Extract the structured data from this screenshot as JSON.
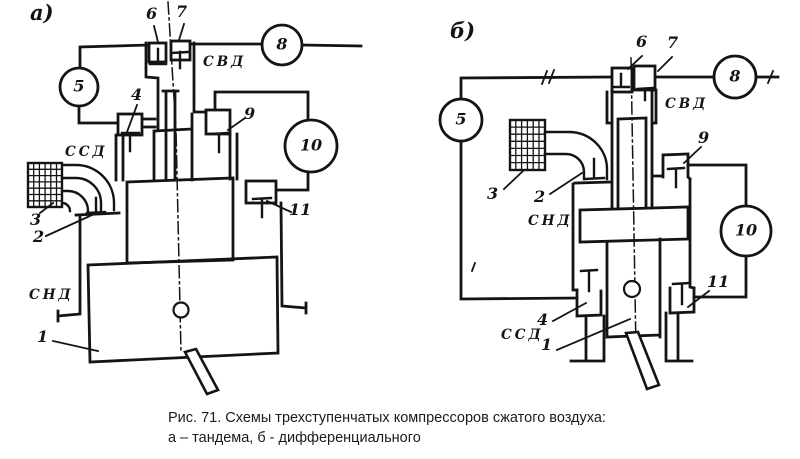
{
  "figure": {
    "background_color": "#ffffff",
    "ink_color": "#141414",
    "caption_line1": "Рис. 71. Схемы трехступенчатых компрессоров сжатого воздуха:",
    "caption_line2": "а – тандема, б - дифференциального"
  },
  "diagram_a": {
    "panel_label": "а)",
    "stages": {
      "svd": "СВД",
      "ssd": "ССД",
      "snd": "СНД"
    },
    "parts": {
      "n1": "1",
      "n2": "2",
      "n3": "3",
      "n4": "4",
      "n5": "5",
      "n6": "6",
      "n7": "7",
      "n8": "8",
      "n9": "9",
      "n10": "10",
      "n11": "11"
    }
  },
  "diagram_b": {
    "panel_label": "б)",
    "stages": {
      "svd": "СВД",
      "ssd": "ССД",
      "snd": "СНД"
    },
    "parts": {
      "n1": "1",
      "n2": "2",
      "n3": "3",
      "n4": "4",
      "n5": "5",
      "n6": "6",
      "n7": "7",
      "n8": "8",
      "n9": "9",
      "n10": "10",
      "n11": "11"
    }
  }
}
